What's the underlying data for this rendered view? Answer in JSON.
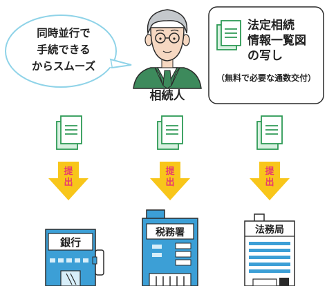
{
  "bubble": {
    "lines": [
      "同時並行で",
      "手続できる",
      "からスムーズ"
    ]
  },
  "person": {
    "label": "相続人"
  },
  "certificate_box": {
    "title_lines": [
      "法定相続",
      "情報一覧図",
      "の写し"
    ],
    "note": "（無料で必要な通数交付）"
  },
  "submit_arrows": [
    {
      "label_top": "提",
      "label_bottom": "出"
    },
    {
      "label_top": "提",
      "label_bottom": "出"
    },
    {
      "label_top": "提",
      "label_bottom": "出"
    }
  ],
  "offices": [
    {
      "name": "銀行",
      "kind": "bank"
    },
    {
      "name": "税務署",
      "kind": "tax-office"
    },
    {
      "name": "法務局",
      "kind": "legal-affairs-bureau"
    }
  ],
  "colors": {
    "bubble_border": "#8fd3e8",
    "doc_green": "#2e9a55",
    "doc_fill": "#d8f0e0",
    "arrow_yellow": "#f8c61a",
    "arrow_text": "#e8396f",
    "building_blue": "#3c9fd6",
    "building_light": "#d7eef9",
    "suit_green": "#3d8a5c"
  }
}
